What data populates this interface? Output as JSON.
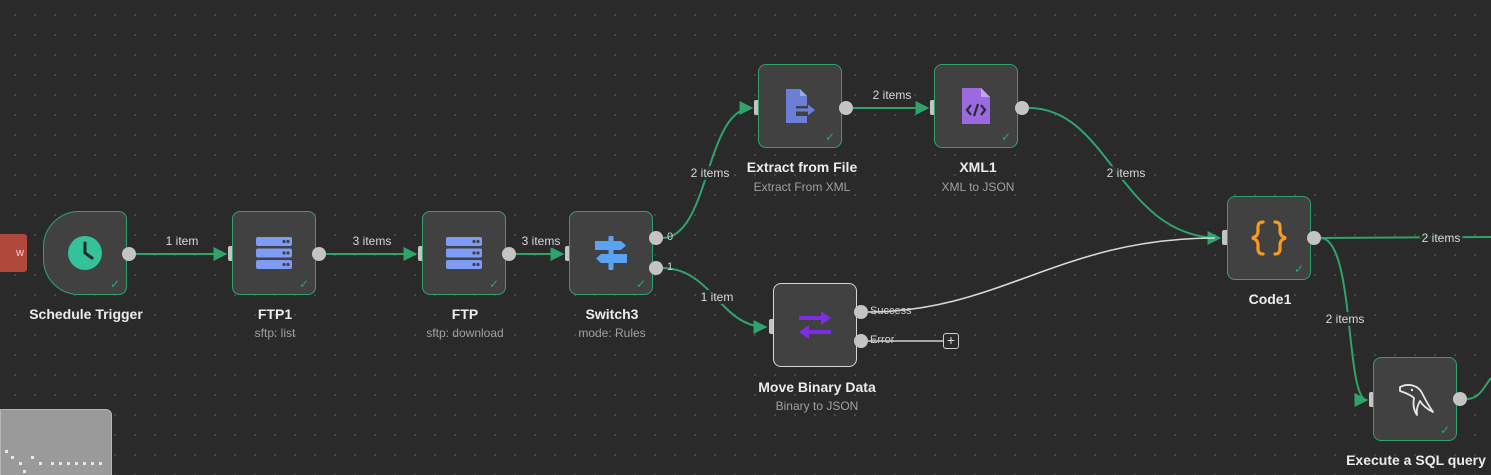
{
  "sticky_left": {
    "label": "w"
  },
  "nodes": [
    {
      "id": "schedule",
      "title": "Schedule Trigger",
      "subtitle": "",
      "icon": "clock-icon",
      "color": "#35c29a"
    },
    {
      "id": "ftp1",
      "title": "FTP1",
      "subtitle": "sftp: list",
      "icon": "server-icon",
      "color": "#7f9cf5"
    },
    {
      "id": "ftp",
      "title": "FTP",
      "subtitle": "sftp: download",
      "icon": "server-icon",
      "color": "#7f9cf5"
    },
    {
      "id": "switch3",
      "title": "Switch3",
      "subtitle": "mode: Rules",
      "icon": "signpost-icon",
      "color": "#5aa2f2"
    },
    {
      "id": "extract",
      "title": "Extract from File",
      "subtitle": "Extract From XML",
      "icon": "file-export-icon",
      "color": "#6b7fd6"
    },
    {
      "id": "xml1",
      "title": "XML1",
      "subtitle": "XML to JSON",
      "icon": "xml-file-icon",
      "color": "#9c6ae0"
    },
    {
      "id": "move",
      "title": "Move Binary Data",
      "subtitle": "Binary to JSON",
      "icon": "swap-arrows-icon",
      "color": "#7b2fe0"
    },
    {
      "id": "code1",
      "title": "Code1",
      "subtitle": "",
      "icon": "code-braces-icon",
      "color": "#f59a23"
    },
    {
      "id": "sql",
      "title": "Execute a SQL query",
      "subtitle": "",
      "icon": "mysql-dolphin-icon",
      "color": "#e6e6e6"
    }
  ],
  "edges": {
    "schedule_ftp1": "1 item",
    "ftp1_ftp": "3 items",
    "ftp_switch": "3 items",
    "switch_extract": "2 items",
    "switch_move": "1 item",
    "extract_xml": "2 items",
    "xml_code": "2 items",
    "code_out": "2 items",
    "code_sql": "2 items"
  },
  "ports": {
    "switch_out0": "0",
    "switch_out1": "1",
    "move_success": "Success",
    "move_error": "Error"
  },
  "colors": {
    "success_green": "#2fa36b",
    "wire_gray": "#cfcfcf",
    "canvas_bg": "#2a2a2a",
    "node_bg": "#414141"
  }
}
